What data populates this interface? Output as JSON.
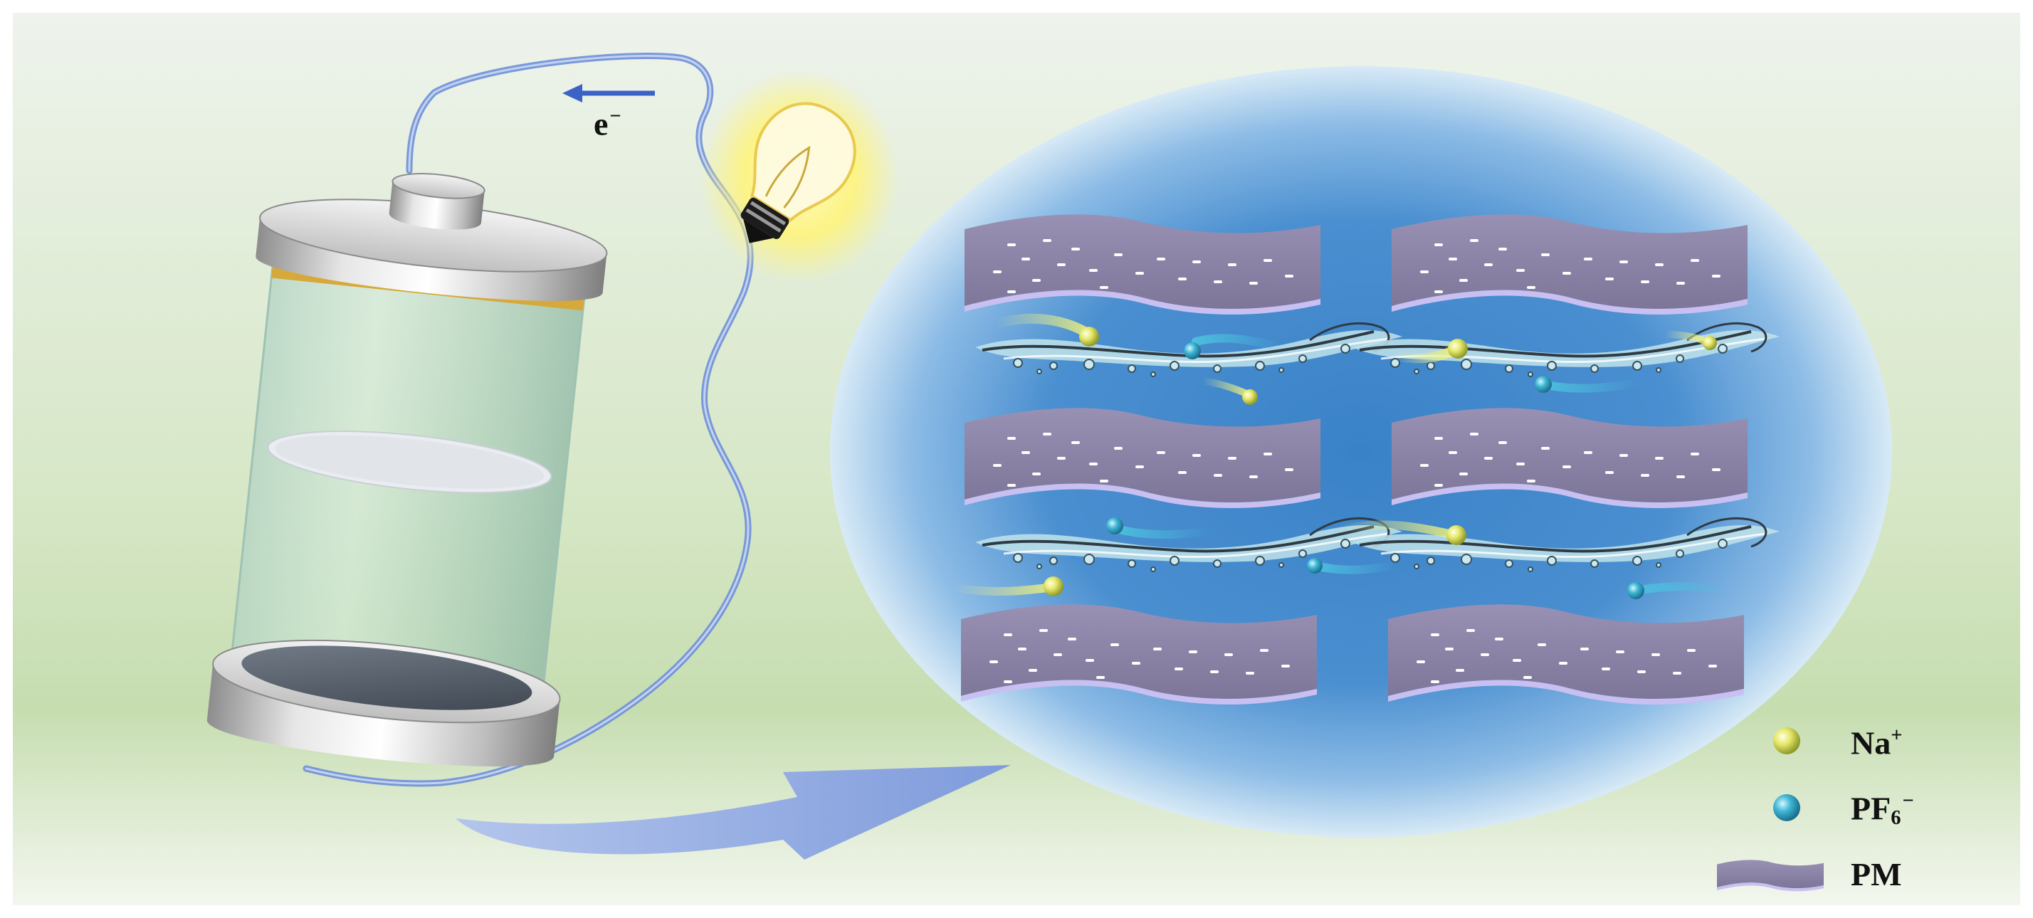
{
  "electron_label": {
    "base": "e",
    "sup": "−"
  },
  "legend": {
    "na": {
      "base": "Na",
      "sup": "+"
    },
    "pf6": {
      "base": "PF",
      "sub": "6",
      "sup": "−"
    },
    "pm": {
      "base": "PM"
    }
  },
  "colors": {
    "background_top": "#edf2ea",
    "background_mid": "#c9dfb4",
    "ellipse_edge": "#d3e6f5",
    "ellipse_core": "#3f84c9",
    "wire": "#8aa9e2",
    "pm_sheet": "#8a83a5",
    "pm_edge": "#c6bdf0",
    "na_ion": "#e8ea6a",
    "pf6_ion": "#3bb2cf",
    "arrow": "#8aa3de",
    "electron_arrow": "#3b63c7",
    "bulb_glow": "#fff36a"
  },
  "icons": {
    "battery": "battery-cell-icon",
    "bulb": "light-bulb-icon",
    "ion_na": "sodium-ion-sphere-icon",
    "ion_pf6": "hexafluorophosphate-ion-sphere-icon",
    "pm": "polymer-membrane-sheet-icon"
  }
}
